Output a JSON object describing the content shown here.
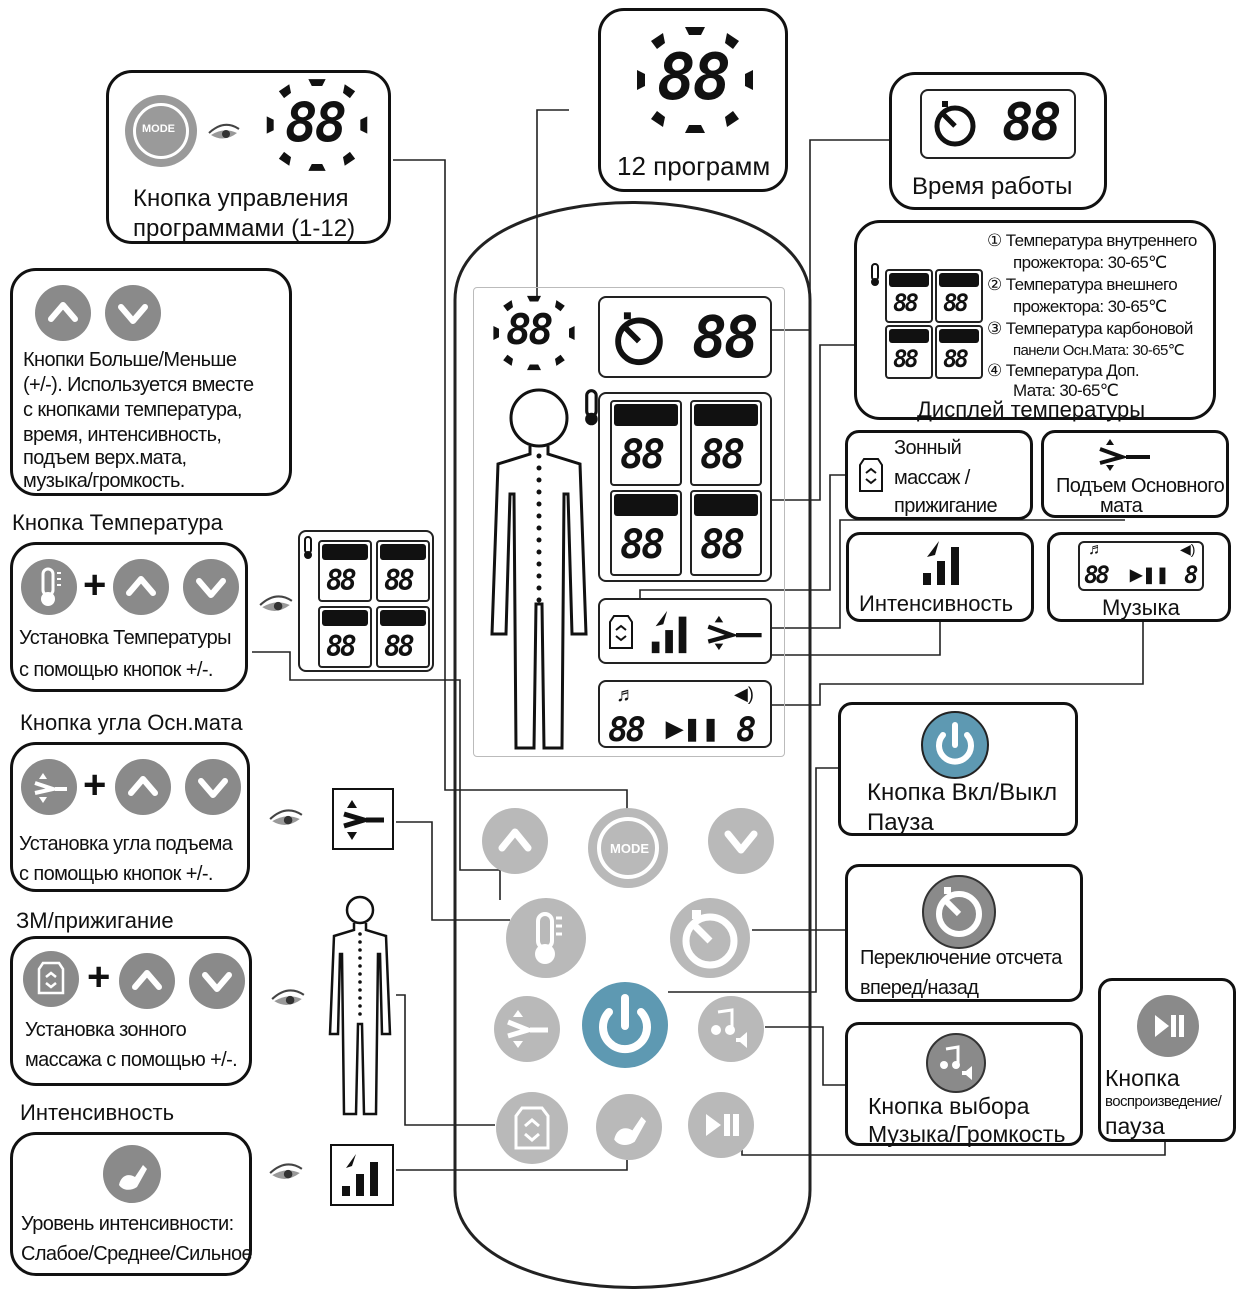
{
  "programs_box": {
    "label": "12 программ"
  },
  "worktime_box": {
    "label": "Время работы"
  },
  "mode_box": {
    "label_line1": "Кнопка управления",
    "label_line2": "программами (1-12)",
    "mode_text": "MODE"
  },
  "temp_display_box": {
    "items": [
      "① Температура внутреннего",
      "прожектора: 30-65℃",
      "② Температура внешнего",
      "прожектора: 30-65℃",
      "③ Температура карбоновой",
      "панели Осн.Мата: 30-65℃",
      "④ Температура Доп.",
      "Мата: 30-65℃"
    ],
    "title": "Дисплей температуры"
  },
  "plusminus_box": {
    "lines": [
      "Кнопки Больше/Меньше",
      "(+/-). Используется вместе",
      "с кнопками температура,",
      "время, интенсивность,",
      "подъем верх.мата,",
      "музыка/громкость."
    ]
  },
  "temp_button": {
    "heading": "Кнопка Температура",
    "line1": "Установка Температуры",
    "line2": "с помощью кнопок +/-."
  },
  "angle_button": {
    "heading": "Кнопка угла Осн.мата",
    "line1": "Установка угла подъема",
    "line2": "с помощью кнопок +/-."
  },
  "zone_button": {
    "heading": "ЗМ/прижигание",
    "line1": "Установка зонного",
    "line2": "массажа с помощью +/-."
  },
  "intensity_button": {
    "heading": "Интенсивность",
    "line1": "Уровень интенсивности:",
    "line2": "Слабое/Среднее/Сильное"
  },
  "zone_massage_box": {
    "line1": "Зонный",
    "line2": "массаж /",
    "line3": "прижигание"
  },
  "lift_box": {
    "line1": "Подъем Основного",
    "line2": "мата"
  },
  "intensity_box": {
    "label": "Интенсивность"
  },
  "music_box": {
    "label": "Музыка"
  },
  "power_box": {
    "line1": "Кнопка Вкл/Выкл",
    "line2": "Пауза"
  },
  "countdown_box": {
    "line1": "Переключение отсчета",
    "line2": "вперед/назад"
  },
  "music_select_box": {
    "line1": "Кнопка выбора",
    "line2": "Музыка/Громкость"
  },
  "playpause_box": {
    "line1": "Кнопка",
    "line2": "воспроизведение/",
    "line3": "пауза"
  },
  "segment_digits": "88",
  "segment_digit_single": "8",
  "plus_sign": "+",
  "colors": {
    "power_blue": "#5e99b2",
    "button_gray": "#b9b9b9",
    "icon_gray": "#8a8a8a"
  },
  "icons": [
    "mode-icon",
    "eye-icon",
    "up-arrow-icon",
    "down-arrow-icon",
    "thermometer-icon",
    "timer-icon",
    "power-icon",
    "music-icon",
    "play-pause-icon",
    "intensity-icon",
    "angle-icon",
    "zone-icon",
    "body-icon"
  ]
}
